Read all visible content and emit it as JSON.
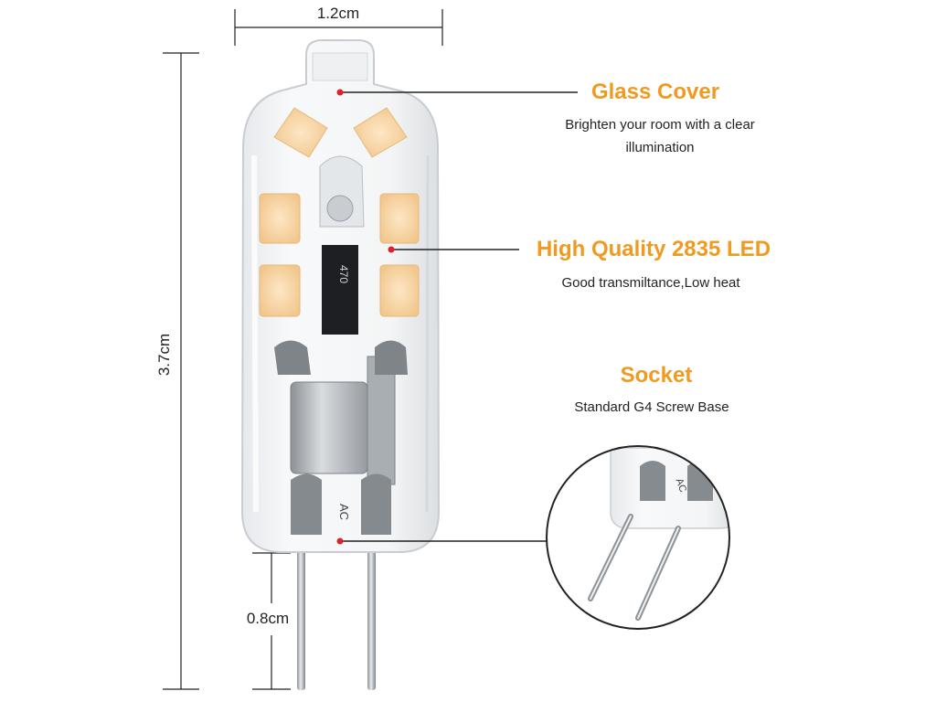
{
  "dimensions": {
    "width": "1.2cm",
    "height": "3.7cm",
    "pin_length": "0.8cm"
  },
  "features": [
    {
      "title": "Glass Cover",
      "description": "Brighten your room with a clear illumination"
    },
    {
      "title": "High Quality 2835 LED",
      "description": "Good transmiltance,Low heat"
    },
    {
      "title": "Socket",
      "description": "Standard G4 Screw Base"
    }
  ],
  "bulb": {
    "chip_marking": "470",
    "base_marking": "AC"
  },
  "colors": {
    "accent": "#f09a22",
    "marker": "#e0202a",
    "led": "#f7d3a0",
    "line": "#222222"
  }
}
